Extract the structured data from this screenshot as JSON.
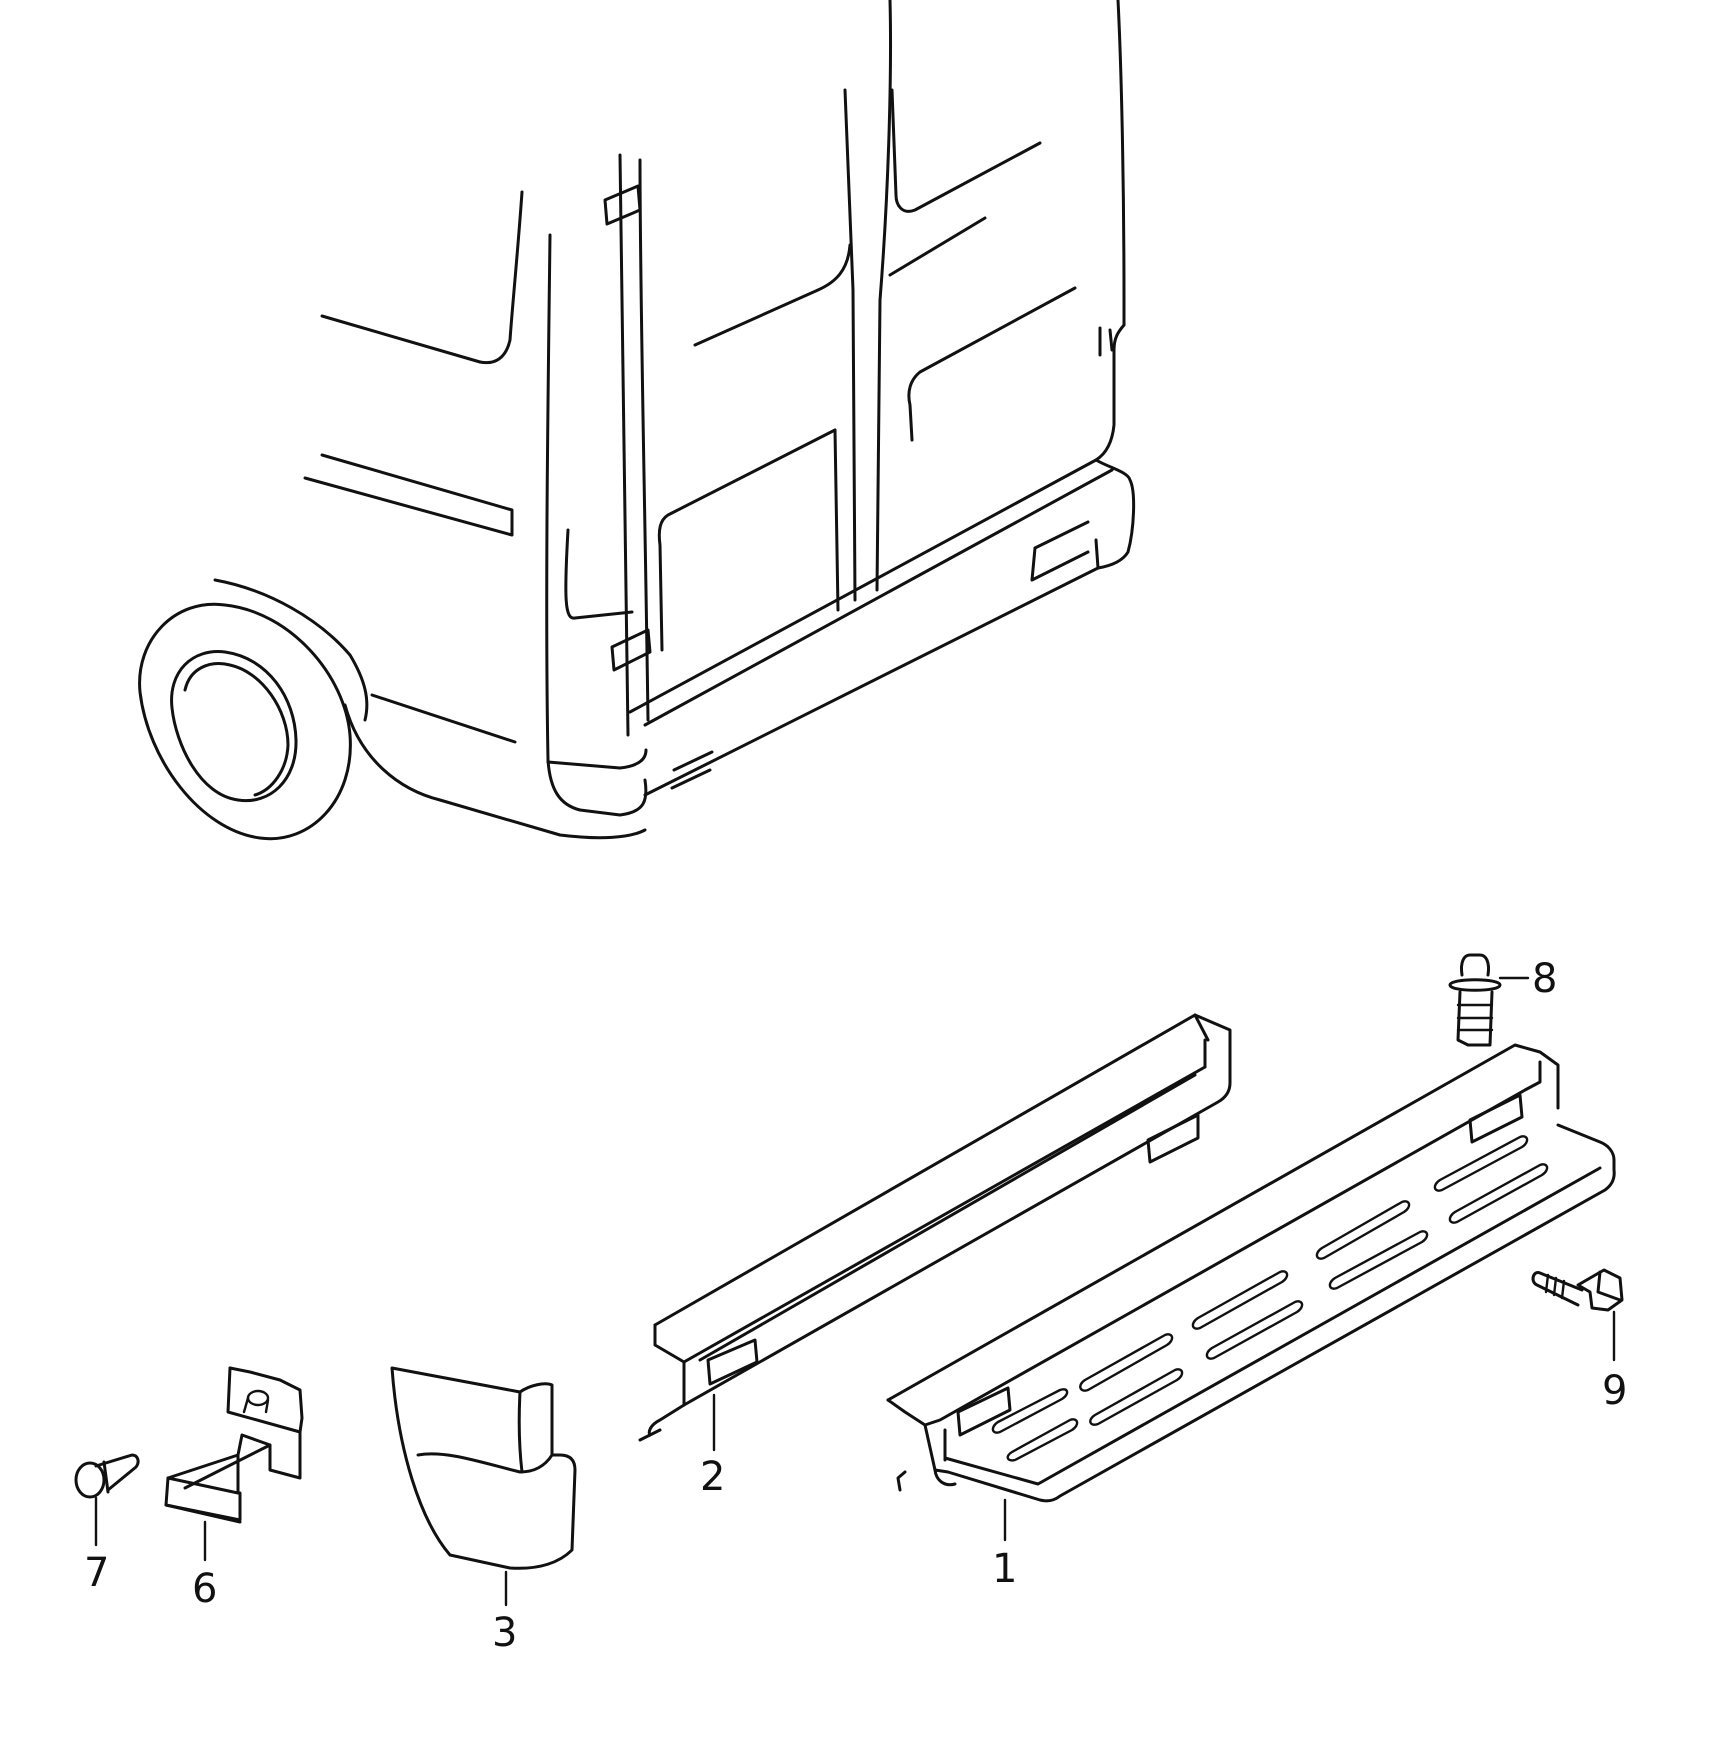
{
  "diagram": {
    "type": "exploded parts diagram",
    "line_color": "#111111",
    "background": "#ffffff",
    "callouts": [
      {
        "id": "c1",
        "label": "1",
        "part": "step-board"
      },
      {
        "id": "c2",
        "label": "2",
        "part": "sill-trim-strip"
      },
      {
        "id": "c3",
        "label": "3",
        "part": "end-cap"
      },
      {
        "id": "c6",
        "label": "6",
        "part": "mounting-bracket"
      },
      {
        "id": "c7",
        "label": "7",
        "part": "rivet-pin"
      },
      {
        "id": "c8",
        "label": "8",
        "part": "expanding-clip"
      },
      {
        "id": "c9",
        "label": "9",
        "part": "hex-bolt"
      }
    ]
  }
}
